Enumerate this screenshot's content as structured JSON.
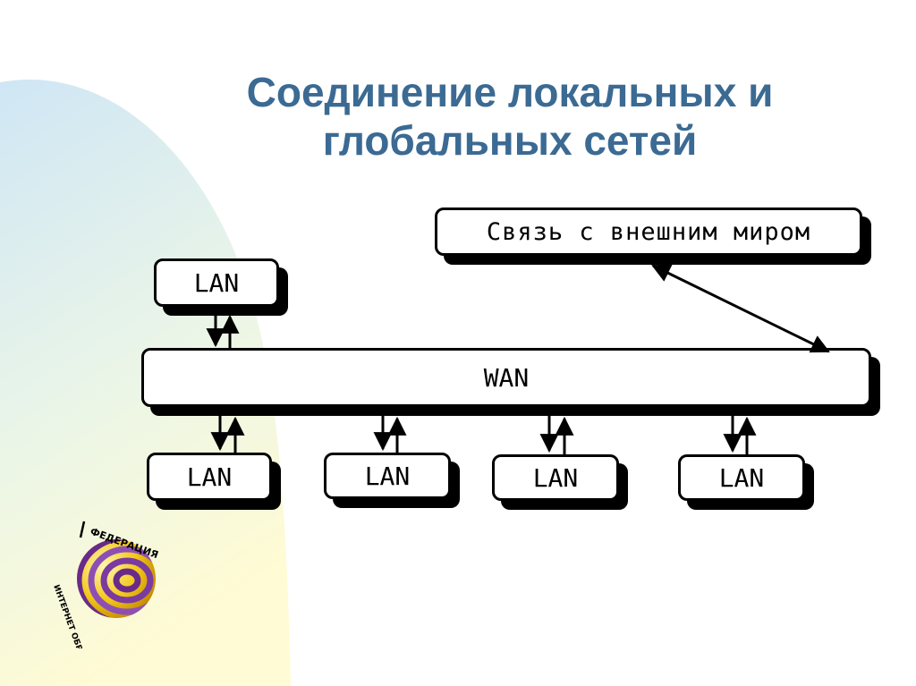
{
  "title": {
    "line1": "Соединение локальных и",
    "line2": "глобальных сетей"
  },
  "diagram": {
    "external_label": "Связь с внешним миром",
    "wan_label": "WAN",
    "top_lan_label": "LAN",
    "bottom_lans": [
      "LAN",
      "LAN",
      "LAN",
      "LAN"
    ]
  },
  "logo": {
    "top_text": "ФЕДЕРАЦИЯ",
    "bottom_text": "ИНТЕРНЕТ ОБРАЗОВАНИЯ"
  },
  "colors": {
    "title": "#3b6a93",
    "background_left": "#d8ecf6",
    "background_bottom": "#fffbd6"
  }
}
